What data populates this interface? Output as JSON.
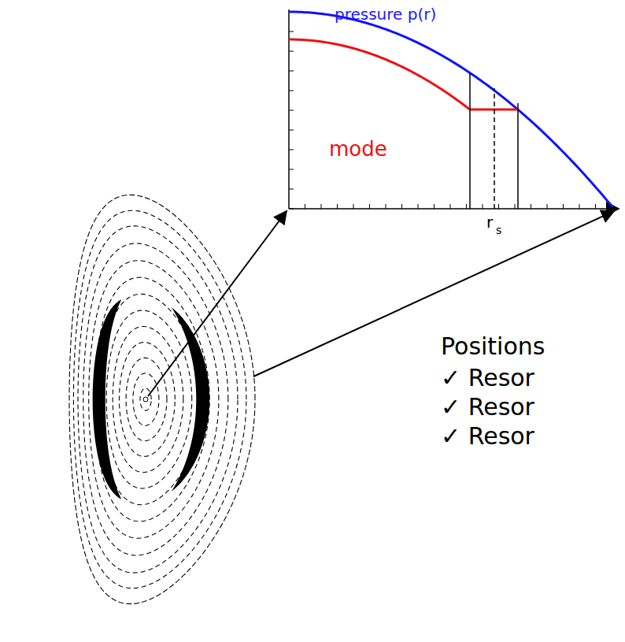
{
  "diagram": {
    "labels": [
      "pressure p(r)",
      "mode",
      "r",
      "s",
      "Positions",
      "✓ Resor",
      "✓ Resor",
      "✓ Resor"
    ]
  }
}
